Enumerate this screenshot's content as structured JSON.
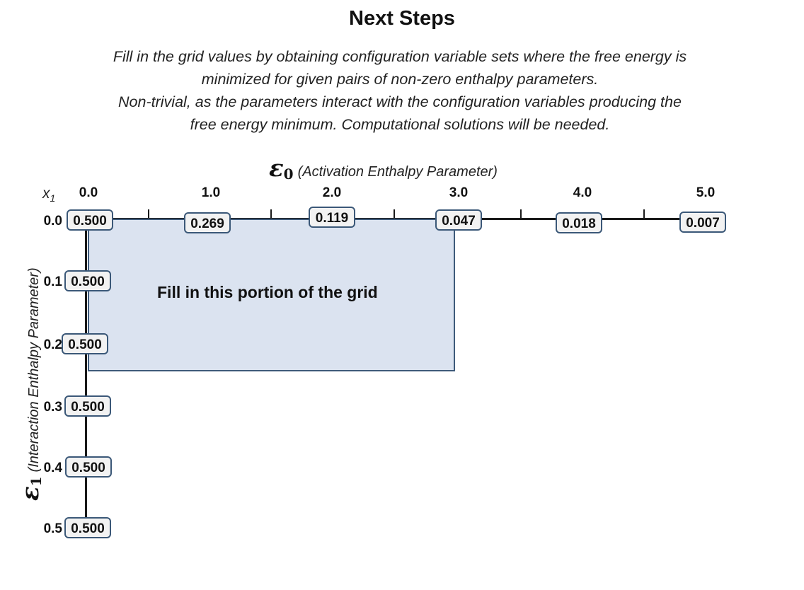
{
  "title": "Next Steps",
  "description": [
    "Fill in the grid values by obtaining configuration variable sets where the free energy is",
    "minimized for given pairs of non-zero enthalpy parameters.",
    "Non-trivial, as the parameters interact with the configuration variables producing the",
    "free energy minimum. Computational solutions will be needed."
  ],
  "axis_top": {
    "symbol": "ε",
    "subscript": "0",
    "name": "(Activation Enthalpy Parameter)"
  },
  "axis_left": {
    "symbol": "ε",
    "subscript": "1",
    "name": "(Interaction Enthalpy Parameter)"
  },
  "corner_label": {
    "var": "x",
    "sub": "1"
  },
  "top_ticks": [
    "0.0",
    "1.0",
    "2.0",
    "3.0",
    "4.0",
    "5.0"
  ],
  "top_values": [
    "0.500",
    "0.269",
    "0.119",
    "0.047",
    "0.018",
    "0.007"
  ],
  "left_ticks": [
    "0.0",
    "0.1",
    "0.2",
    "0.3",
    "0.4",
    "0.5"
  ],
  "left_values": [
    "0.500",
    "0.500",
    "0.500",
    "0.500",
    "0.500",
    "0.500"
  ],
  "fill_region_label": "Fill in this portion of the grid",
  "colors": {
    "box_border": "#3b5878",
    "box_fill": "#f2f2f2",
    "region_fill": "#dbe3f0",
    "region_border": "#3e5a7a"
  }
}
